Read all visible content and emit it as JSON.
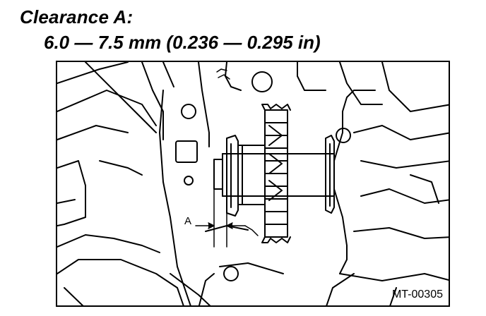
{
  "heading": "Clearance A:",
  "spec": "6.0 — 7.5 mm (0.236 — 0.295 in)",
  "diagram": {
    "dimension_label": "A",
    "figure_code": "MT-00305"
  }
}
